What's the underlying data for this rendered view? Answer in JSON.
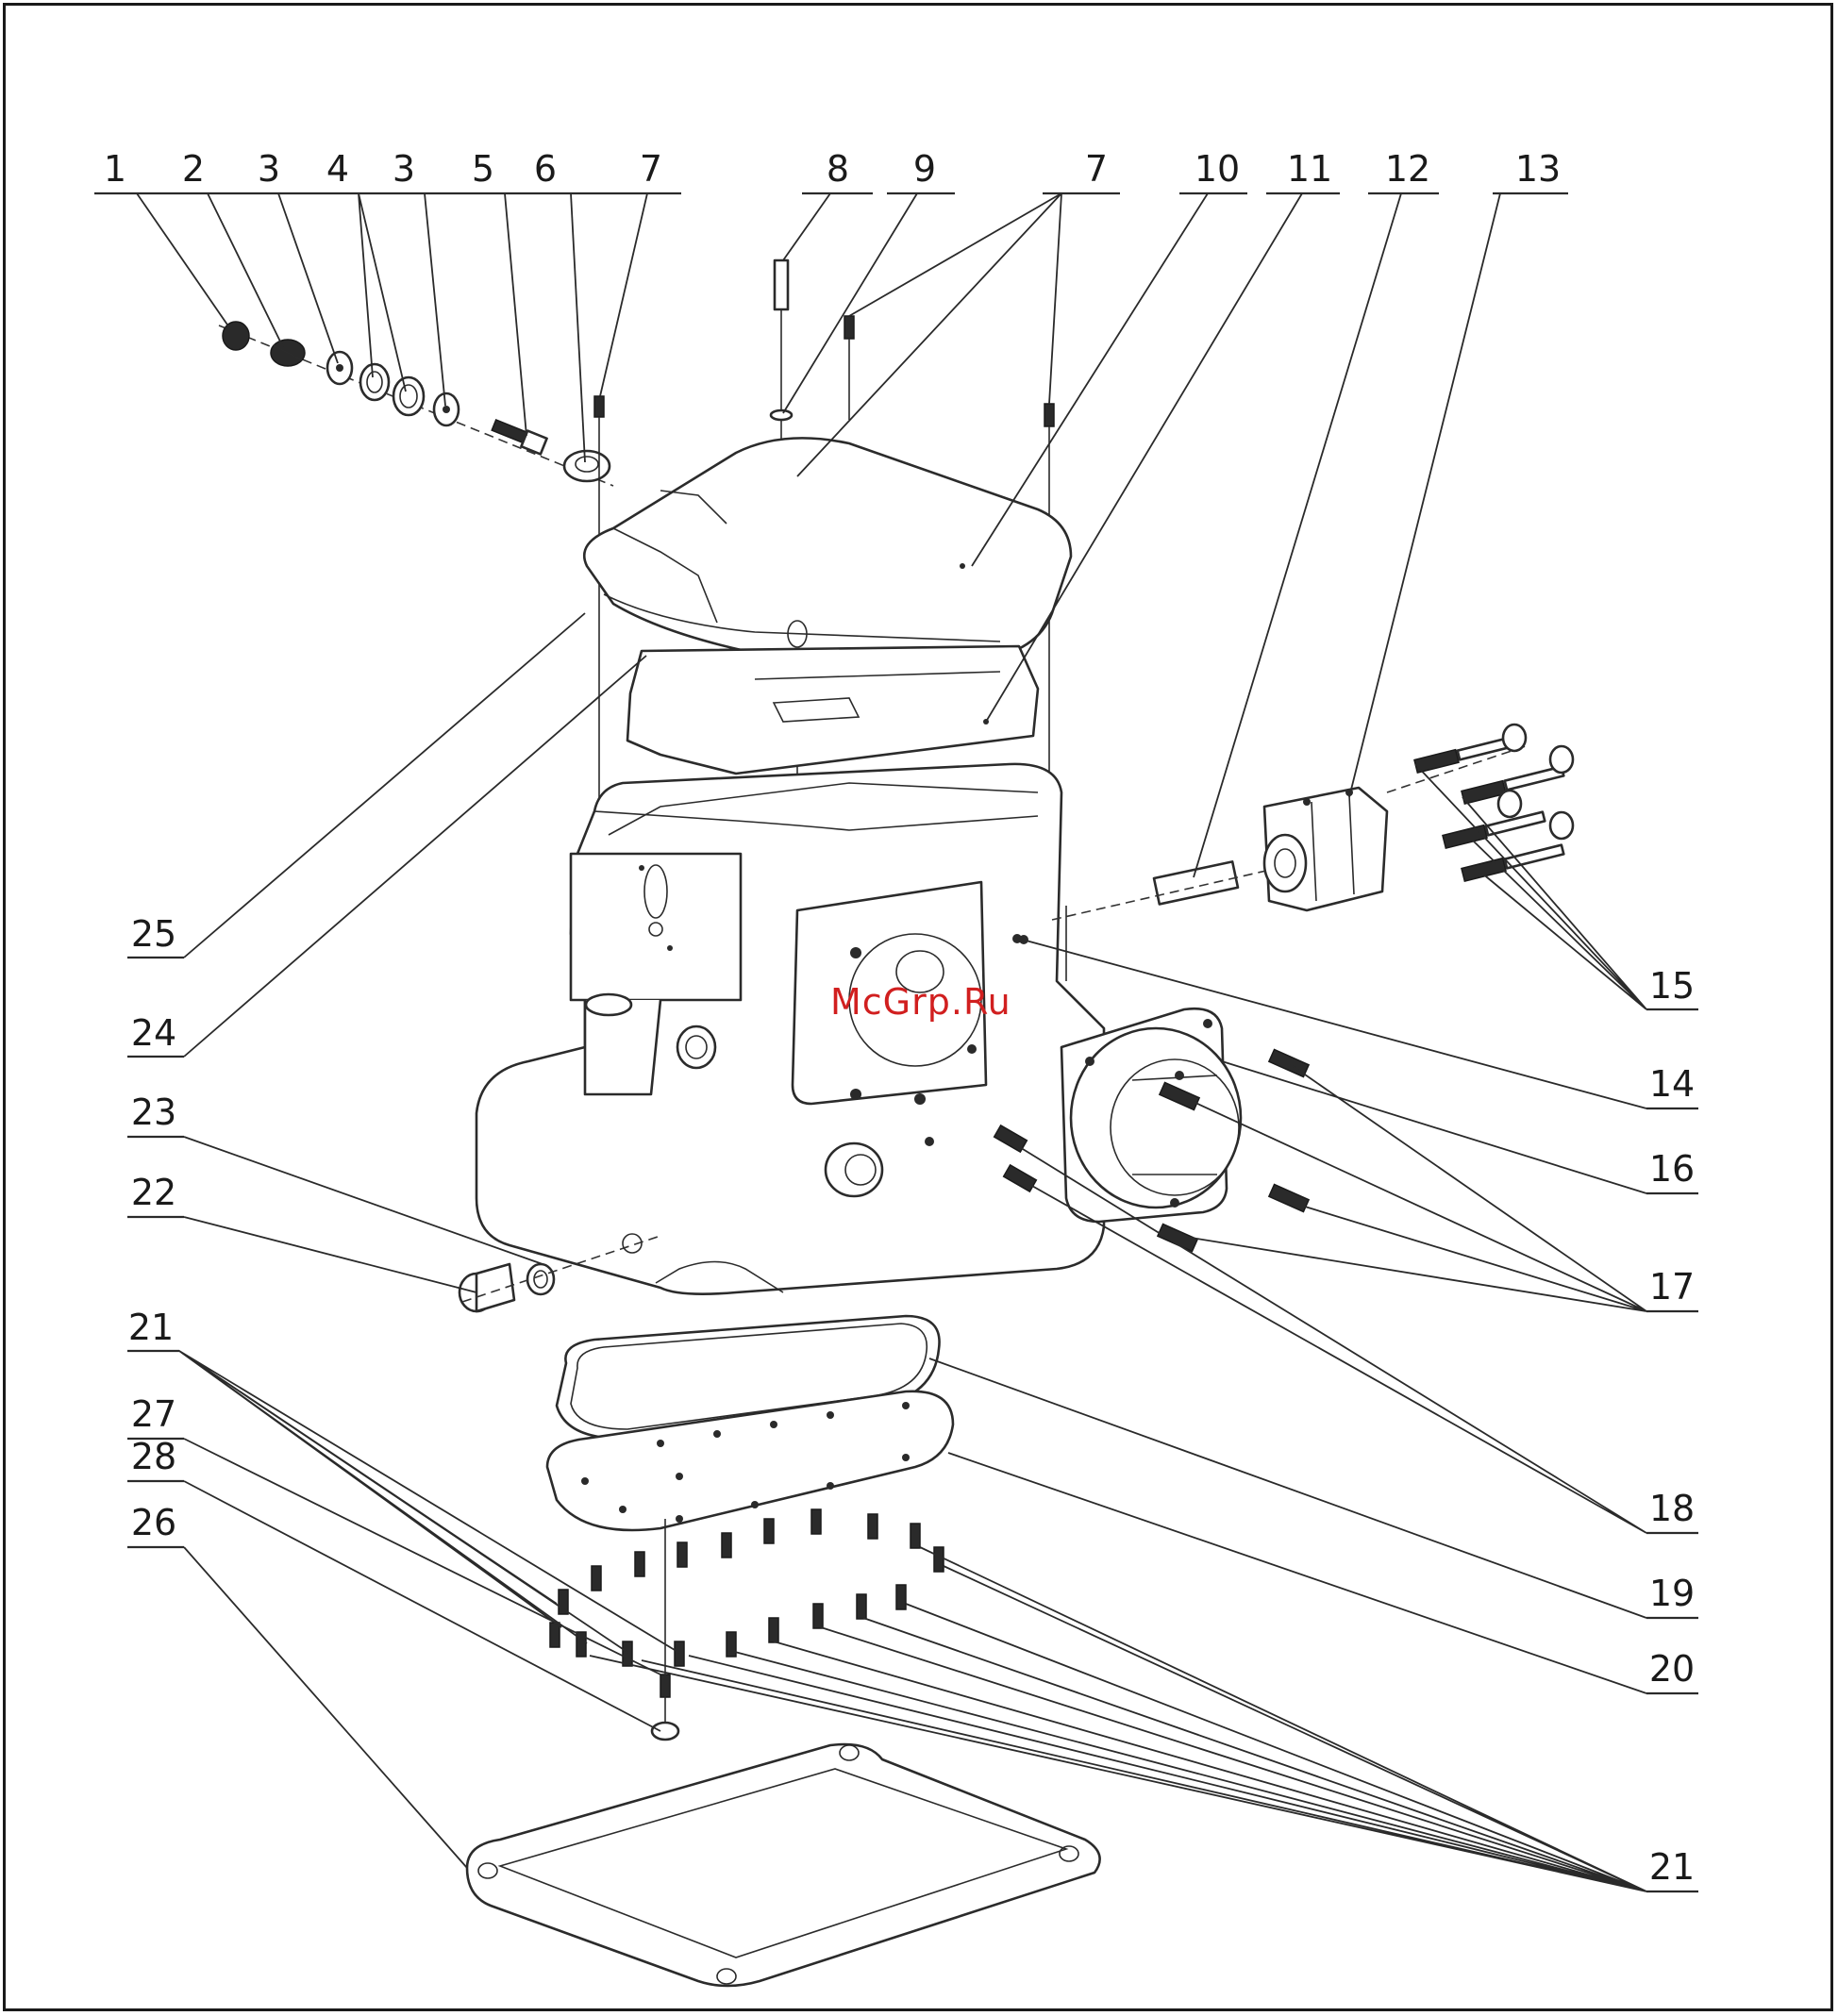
{
  "watermark": "McGrp.Ru",
  "callouts": [
    {
      "id": "c1",
      "number": "1"
    },
    {
      "id": "c2",
      "number": "2"
    },
    {
      "id": "c3a",
      "number": "3"
    },
    {
      "id": "c4",
      "number": "4"
    },
    {
      "id": "c3b",
      "number": "3"
    },
    {
      "id": "c5",
      "number": "5"
    },
    {
      "id": "c6",
      "number": "6"
    },
    {
      "id": "c7a",
      "number": "7"
    },
    {
      "id": "c8",
      "number": "8"
    },
    {
      "id": "c9",
      "number": "9"
    },
    {
      "id": "c7b",
      "number": "7"
    },
    {
      "id": "c10",
      "number": "10"
    },
    {
      "id": "c11",
      "number": "11"
    },
    {
      "id": "c12",
      "number": "12"
    },
    {
      "id": "c13",
      "number": "13"
    },
    {
      "id": "c25",
      "number": "25"
    },
    {
      "id": "c24",
      "number": "24"
    },
    {
      "id": "c23",
      "number": "23"
    },
    {
      "id": "c22",
      "number": "22"
    },
    {
      "id": "c21a",
      "number": "21"
    },
    {
      "id": "c27",
      "number": "27"
    },
    {
      "id": "c28",
      "number": "28"
    },
    {
      "id": "c26",
      "number": "26"
    },
    {
      "id": "c15",
      "number": "15"
    },
    {
      "id": "c14",
      "number": "14"
    },
    {
      "id": "c16",
      "number": "16"
    },
    {
      "id": "c17",
      "number": "17"
    },
    {
      "id": "c18",
      "number": "18"
    },
    {
      "id": "c19",
      "number": "19"
    },
    {
      "id": "c20",
      "number": "20"
    },
    {
      "id": "c21b",
      "number": "21"
    }
  ]
}
